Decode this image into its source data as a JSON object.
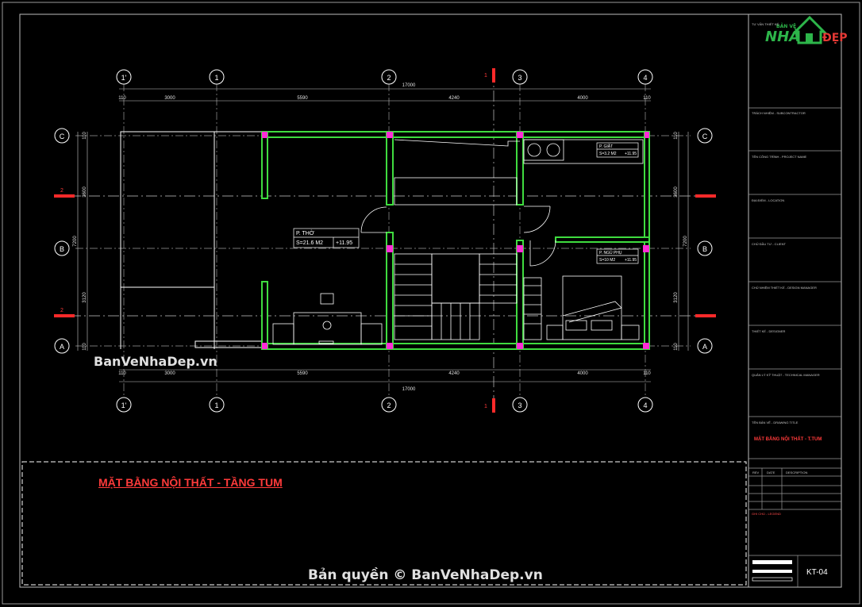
{
  "sheet": {
    "title": "MẶT BẰNG NỘI THẤT - TẦNG TUM",
    "sheet_number": "KT-04",
    "watermark_left": "BanVeNhaDep.vn",
    "watermark_bottom": "Bản quyền © BanVeNhaDep.vn"
  },
  "logo": {
    "line1": "BẢN VẼ",
    "line2": "NHÀ",
    "line3": "ĐẸP"
  },
  "grid": {
    "columns": [
      "1'",
      "1",
      "2",
      "3",
      "4"
    ],
    "rows": [
      "C",
      "B",
      "A"
    ],
    "section_marks": [
      "1",
      "1",
      "2",
      "2"
    ]
  },
  "dimensions": {
    "overall_width": "17000",
    "top_segments": [
      "110",
      "3000",
      "5590",
      "4240",
      "4000",
      "110"
    ],
    "bottom_segments": [
      "110",
      "3000",
      "5590",
      "4240",
      "4000",
      "110"
    ],
    "left_segments": [
      "110",
      "3600",
      "7200",
      "3120",
      "110"
    ],
    "right_segments": [
      "110",
      "3600",
      "7200",
      "3120",
      "110"
    ]
  },
  "rooms": [
    {
      "name": "P. THỜ",
      "area": "S=21.6 M2",
      "level": "+11.95"
    },
    {
      "name": "P. GIẶT",
      "area": "S=3.2 M2",
      "level": "+11.95"
    },
    {
      "name": "P. NGỦ PHỤ",
      "area": "S=10 M2",
      "level": "+11.95"
    }
  ],
  "title_block": {
    "rows": [
      "TƯ VẤN THIẾT KẾ",
      "TRÁCH NHIỆM - SUBCONTRACTOR",
      "TÊN CÔNG TRÌNH - PROJECT NAME",
      "ĐỊA ĐIỂM - LOCATION",
      "CHỦ ĐẦU TƯ - CLIENT",
      "CHỦ NHIỆM THIẾT KẾ - DESIGN MANAGER",
      "THIẾT KẾ - DESIGNER",
      "QUẢN LÝ KỸ THUẬT - TECHNICAL MANAGER",
      "TÊN BẢN VẼ - DRAWING TITLE"
    ],
    "drawing_title": "MẶT BẰNG NỘI THẤT - T.TUM",
    "revision_header": [
      "REV",
      "DATE",
      "DESCRIPTION"
    ],
    "notes_header": "GHI CHÚ - LEGEND"
  },
  "colors": {
    "background": "#000000",
    "wall": "#3fdc3f",
    "line": "#ffffff",
    "grid": "#9a9a9a",
    "column": "#ff2bd6",
    "accent_red": "#ff2a2a"
  }
}
